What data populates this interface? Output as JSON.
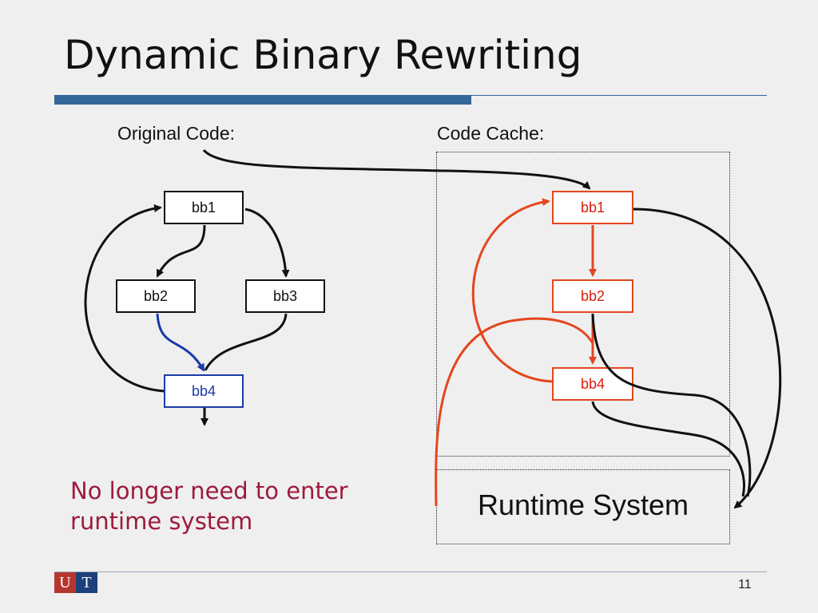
{
  "slide": {
    "title": "Dynamic Binary Rewriting",
    "page_number": "11",
    "note_line1": "No longer need to enter",
    "note_line2": "runtime system",
    "logo_left": "U",
    "logo_right": "T"
  },
  "original": {
    "label": "Original Code:",
    "blocks": {
      "bb1": "bb1",
      "bb2": "bb2",
      "bb3": "bb3",
      "bb4": "bb4"
    }
  },
  "cache": {
    "label": "Code Cache:",
    "blocks": {
      "bb1": "bb1",
      "bb2": "bb2",
      "bb4": "bb4"
    }
  },
  "runtime": {
    "label": "Runtime System"
  },
  "colors": {
    "accent_blue": "#336699",
    "red_path": "#e4461e",
    "blue_path": "#1a3aa8",
    "note_text": "#9c1a3c"
  }
}
